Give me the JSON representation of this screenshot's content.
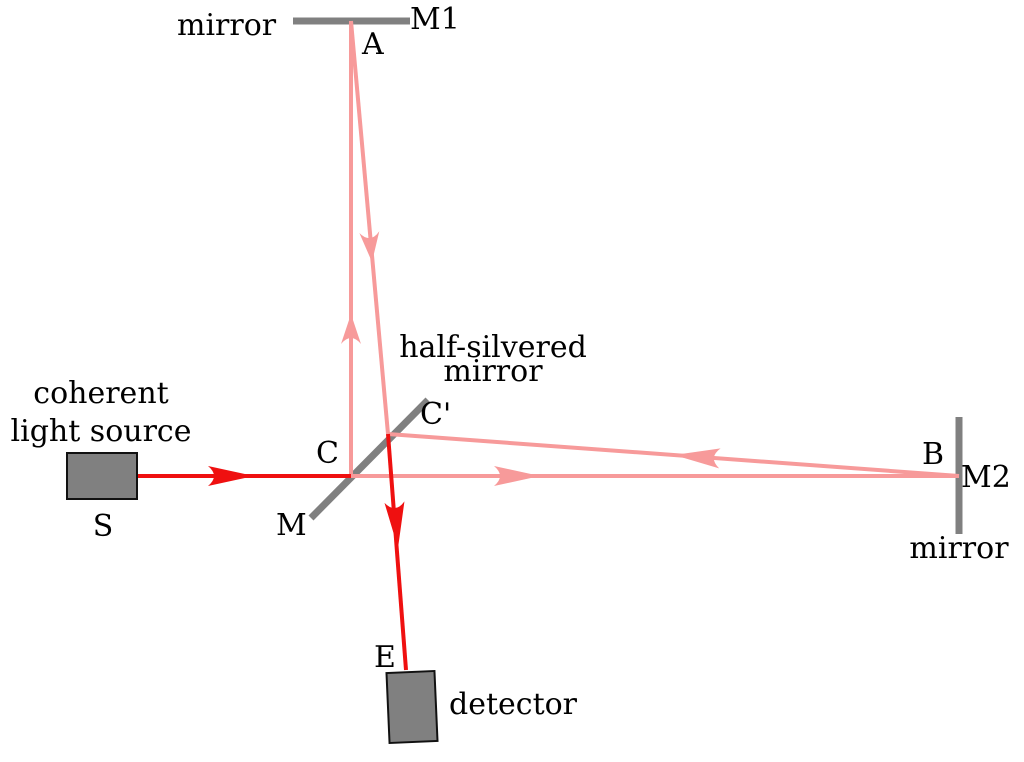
{
  "labels": {
    "m1_caption": "mirror",
    "m1": "M1",
    "a": "A",
    "half_silvered_line1": "half-silvered",
    "half_silvered_line2": "mirror",
    "c_prime": "C'",
    "source_line1": "coherent",
    "source_line2": "light source",
    "c": "C",
    "b": "B",
    "m2": "M2",
    "s": "S",
    "m": "M",
    "m2_caption": "mirror",
    "e": "E",
    "detector": "detector"
  },
  "colors": {
    "beam_main": "#ef1010",
    "beam_faint": "#f79a9a",
    "mirror": "#808080",
    "component_box": "#808080"
  }
}
